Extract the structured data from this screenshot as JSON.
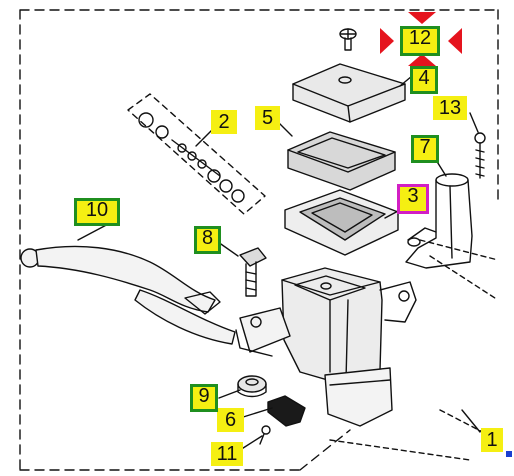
{
  "diagram": {
    "parts": [
      {
        "id": "p1",
        "number": "1",
        "style": "yellow"
      },
      {
        "id": "p2",
        "number": "2",
        "style": "yellow"
      },
      {
        "id": "p3",
        "number": "3",
        "style": "magenta"
      },
      {
        "id": "p4",
        "number": "4",
        "style": "green"
      },
      {
        "id": "p5",
        "number": "5",
        "style": "yellow"
      },
      {
        "id": "p6",
        "number": "6",
        "style": "yellow"
      },
      {
        "id": "p7",
        "number": "7",
        "style": "green"
      },
      {
        "id": "p8",
        "number": "8",
        "style": "green"
      },
      {
        "id": "p9",
        "number": "9",
        "style": "green"
      },
      {
        "id": "p10",
        "number": "10",
        "style": "green"
      },
      {
        "id": "p11",
        "number": "11",
        "style": "yellow"
      },
      {
        "id": "p12",
        "number": "12",
        "style": "green"
      },
      {
        "id": "p13",
        "number": "13",
        "style": "yellow"
      }
    ],
    "colors": {
      "label_fill": "#f5ef12",
      "selected_border": "#1f8f1f",
      "highlight_border": "#d21fc4",
      "cursor_marker": "#e5141e",
      "corner_marker": "#1a3fd0"
    },
    "selected_part": "12"
  }
}
